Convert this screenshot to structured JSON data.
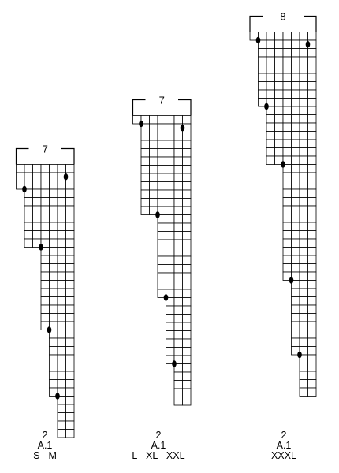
{
  "charts": [
    {
      "id": "s-m",
      "width_label": "7",
      "captions": [
        "2",
        "A.1",
        "S - M"
      ],
      "segments": [
        {
          "rows": 3,
          "cols": 7
        },
        {
          "rows": 7,
          "cols": 6
        },
        {
          "rows": 10,
          "cols": 4
        },
        {
          "rows": 8,
          "cols": 3
        },
        {
          "rows": 5,
          "cols": 2
        }
      ],
      "dots": [
        {
          "row": 3,
          "col_from_right": 0
        },
        {
          "row": 10,
          "col_from_right": 0
        },
        {
          "row": 20,
          "col_from_right": 0
        },
        {
          "row": 28,
          "col_from_right": 0
        },
        {
          "row": 2,
          "col_from_right": 1
        }
      ]
    },
    {
      "id": "l-xl-xxl",
      "width_label": "7",
      "captions": [
        "2",
        "A.1",
        "L - XL - XXL"
      ],
      "segments": [
        {
          "rows": 1,
          "cols": 7
        },
        {
          "rows": 11,
          "cols": 6
        },
        {
          "rows": 10,
          "cols": 4
        },
        {
          "rows": 8,
          "cols": 3
        },
        {
          "rows": 5,
          "cols": 2
        }
      ],
      "dots": [
        {
          "row": 12,
          "col_from_right": 0
        },
        {
          "row": 22,
          "col_from_right": 0
        },
        {
          "row": 30,
          "col_from_right": 0
        },
        {
          "row": 1,
          "col_from_right": 0
        },
        {
          "row": 2,
          "col_from_right": 1
        }
      ]
    },
    {
      "id": "xxxl",
      "width_label": "8",
      "captions": [
        "2",
        "A.1",
        "XXXL"
      ],
      "segments": [
        {
          "rows": 1,
          "cols": 8
        },
        {
          "rows": 8,
          "cols": 7
        },
        {
          "rows": 7,
          "cols": 6
        },
        {
          "rows": 14,
          "cols": 4
        },
        {
          "rows": 9,
          "cols": 3
        },
        {
          "rows": 5,
          "cols": 2
        }
      ],
      "dots": [
        {
          "row": 1,
          "col_from_right": 0
        },
        {
          "row": 9,
          "col_from_right": 0
        },
        {
          "row": 16,
          "col_from_right": 0
        },
        {
          "row": 30,
          "col_from_right": 0
        },
        {
          "row": 39,
          "col_from_right": 0
        },
        {
          "row": 2,
          "col_from_right": 1
        }
      ]
    }
  ]
}
